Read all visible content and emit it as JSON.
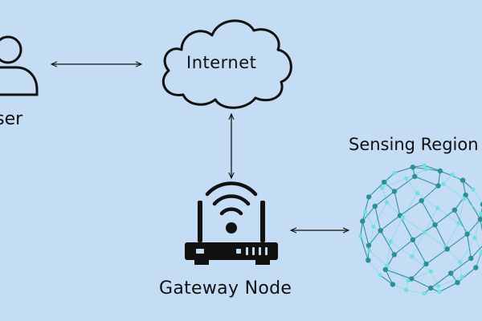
{
  "diagram": {
    "nodes": {
      "user": {
        "label": "User",
        "icon": "user-icon"
      },
      "internet": {
        "label": "Internet",
        "icon": "cloud-icon"
      },
      "gateway": {
        "label": "Gateway Node",
        "icon": "router-icon"
      },
      "sensing_region": {
        "label": "Sensing Region",
        "icon": "geodesic-sphere-icon"
      }
    },
    "edges": [
      {
        "from": "user",
        "to": "internet",
        "bidirectional": true
      },
      {
        "from": "internet",
        "to": "gateway",
        "bidirectional": true
      },
      {
        "from": "gateway",
        "to": "sensing_region",
        "bidirectional": true
      }
    ]
  },
  "colors": {
    "background": "#c5dcf5",
    "stroke": "#111111",
    "sphere_dark": "#2a8f96",
    "sphere_light": "#6fe0dc"
  }
}
